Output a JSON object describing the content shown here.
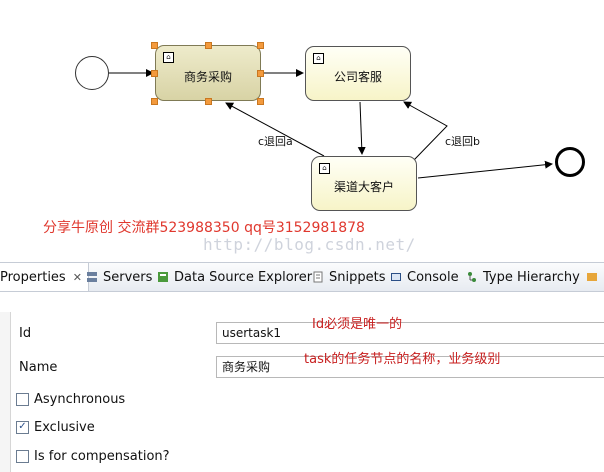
{
  "diagram": {
    "tasks": [
      {
        "label": "商务采购"
      },
      {
        "label": "公司客服"
      },
      {
        "label": "渠道大客户"
      }
    ],
    "edge_labels": [
      "c退回a",
      "c退回b"
    ]
  },
  "watermark": {
    "text_cn": "分享牛原创 交流群523988350 qq号3152981878",
    "url": "http://blog.csdn.net/"
  },
  "tabs": [
    {
      "label": "Properties",
      "icon": "properties-icon",
      "close": "✕"
    },
    {
      "label": "Servers",
      "icon": "servers-icon"
    },
    {
      "label": "Data Source Explorer",
      "icon": "data-source-icon"
    },
    {
      "label": "Snippets",
      "icon": "snippets-icon"
    },
    {
      "label": "Console",
      "icon": "console-icon"
    },
    {
      "label": "Type Hierarchy",
      "icon": "type-hierarchy-icon"
    }
  ],
  "properties": {
    "id_label": "Id",
    "id_value": "usertask1",
    "name_label": "Name",
    "name_value": "商务采购",
    "asynchronous_label": "Asynchronous",
    "asynchronous_checked": false,
    "exclusive_label": "Exclusive",
    "exclusive_checked": true,
    "compensation_label": "Is for compensation?",
    "compensation_checked": false
  },
  "annotations": {
    "id_note": "Id必须是唯一的",
    "name_note": "task的任务节点的名称，业务级别"
  },
  "colors": {
    "annotation": "#c81f1f",
    "handle": "#f39a3d",
    "selected_task": "#dcd8ab",
    "task": "#fcfbe2"
  }
}
